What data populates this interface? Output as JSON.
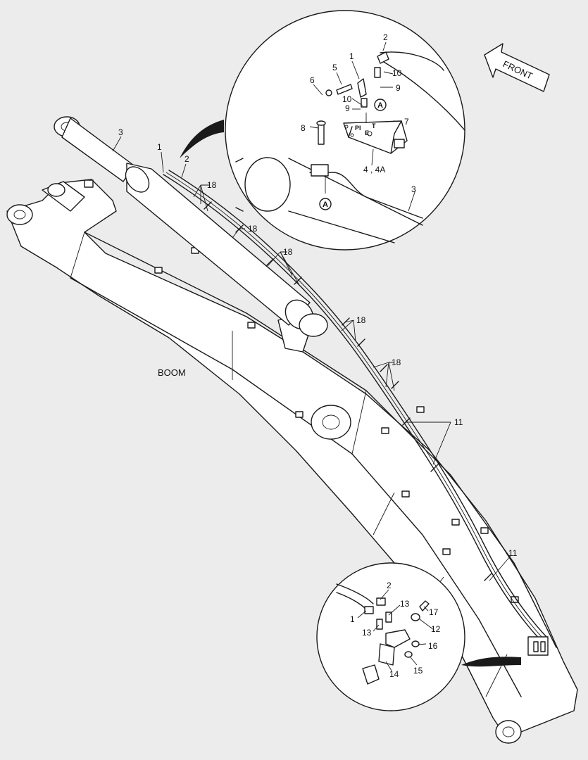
{
  "labels": {
    "boom": "BOOM",
    "front": "FRONT",
    "hose_1": "1",
    "hose_2": "2",
    "cylinder_3": "3",
    "clamp_18": "18",
    "clamp_11": "11",
    "detail_top": {
      "n1": "1",
      "n2": "2",
      "n3": "3",
      "n5": "5",
      "n6": "6",
      "n7": "7",
      "n8": "8",
      "n9": "9",
      "n10": "10",
      "valve": "4 , 4A",
      "port_pi": "PI",
      "port_t": "T",
      "port_e": "E",
      "ref_a": "A"
    },
    "detail_bottom": {
      "n1": "1",
      "n2": "2",
      "n12": "12",
      "n13": "13",
      "n14": "14",
      "n15": "15",
      "n16": "16",
      "n17": "17"
    }
  }
}
